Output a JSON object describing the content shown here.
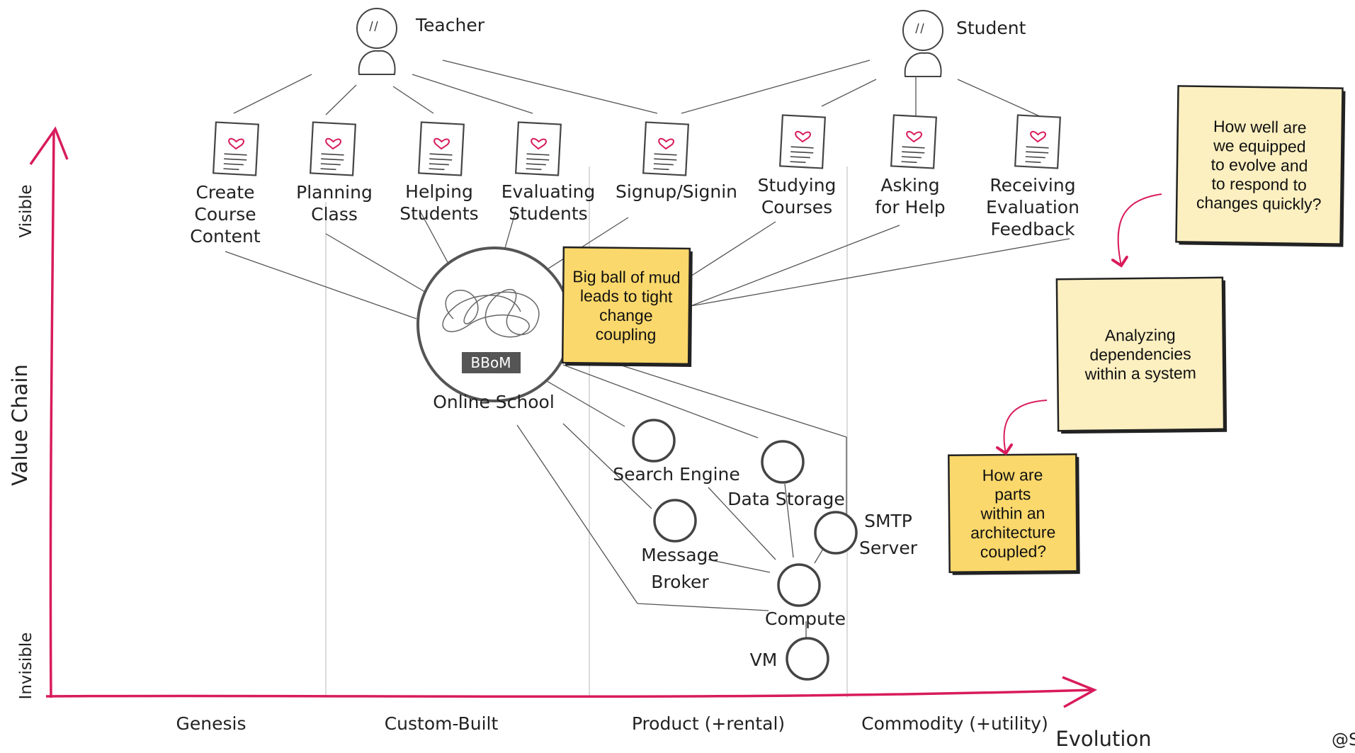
{
  "users": [
    {
      "id": "teacher",
      "label": "Teacher"
    },
    {
      "id": "student",
      "label": "Student"
    }
  ],
  "needs": [
    {
      "id": "create",
      "lines": [
        "Create",
        "Course",
        "Content"
      ]
    },
    {
      "id": "planning",
      "lines": [
        "Planning",
        "Class"
      ]
    },
    {
      "id": "helping",
      "lines": [
        "Helping",
        "Students"
      ]
    },
    {
      "id": "evaluating",
      "lines": [
        "Evaluating",
        "Students"
      ]
    },
    {
      "id": "signup",
      "lines": [
        "Signup/Signin"
      ]
    },
    {
      "id": "studying",
      "lines": [
        "Studying",
        "Courses"
      ]
    },
    {
      "id": "asking",
      "lines": [
        "Asking",
        "for Help"
      ]
    },
    {
      "id": "receiving",
      "lines": [
        "Receiving",
        "Evaluation",
        "Feedback"
      ]
    }
  ],
  "core": {
    "label": "Online School",
    "badge": "BBoM"
  },
  "components": [
    {
      "id": "search",
      "lines": [
        "Search Engine"
      ]
    },
    {
      "id": "storage",
      "lines": [
        "Data Storage"
      ]
    },
    {
      "id": "broker",
      "lines": [
        "Message",
        "Broker"
      ]
    },
    {
      "id": "smtp",
      "lines": [
        "SMTP",
        "Server"
      ]
    },
    {
      "id": "compute",
      "lines": [
        "Compute"
      ]
    },
    {
      "id": "vm",
      "lines": [
        "VM"
      ]
    }
  ],
  "notes": [
    {
      "id": "bbom-note",
      "lines": [
        "Big ball of mud",
        "leads to tight",
        "change",
        "coupling"
      ],
      "color": "#fbd86b"
    },
    {
      "id": "evolve-note",
      "lines": [
        "How well are",
        "we equipped",
        "to evolve and",
        "to respond to",
        "changes quickly?"
      ],
      "color": "#fcefc0"
    },
    {
      "id": "deps-note",
      "lines": [
        "Analyzing",
        "dependencies",
        "within a system"
      ],
      "color": "#fcefc0"
    },
    {
      "id": "parts-note",
      "lines": [
        "How are",
        "parts",
        "within an",
        "architecture",
        "coupled?"
      ],
      "color": "#fbd86b"
    }
  ],
  "axes": {
    "y_title": "Value Chain",
    "y_top": "Visible",
    "y_bottom": "Invisible",
    "x_title": "Evolution",
    "stages": [
      "Genesis",
      "Custom-Built",
      "Product (+rental)",
      "Commodity (+utility)"
    ]
  },
  "colors": {
    "axis": "#d81b5c",
    "line": "#555555",
    "grid": "#cfcfcf"
  },
  "watermark": "@S"
}
